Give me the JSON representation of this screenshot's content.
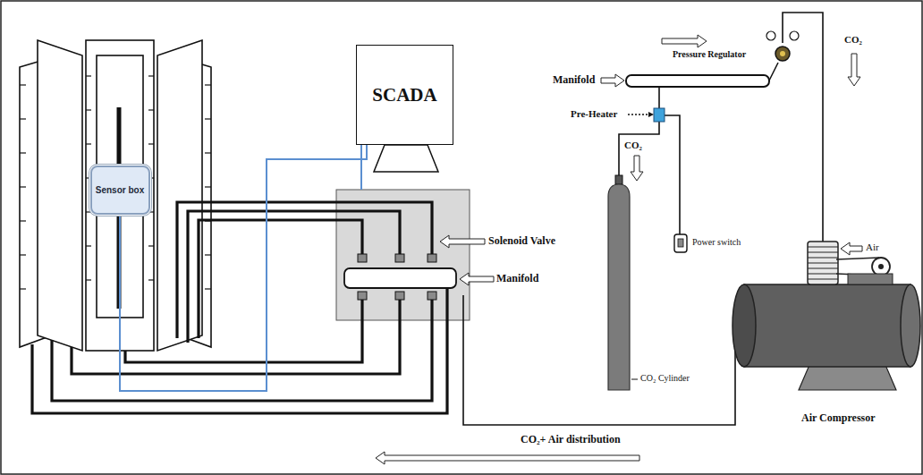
{
  "diagram": {
    "nodes": [
      {
        "text": [
          "Sensor box"
        ]
      },
      {
        "text": [
          "SCADA"
        ]
      }
    ],
    "edges": [
      {
        "from": 0,
        "to": 1,
        "arrow": "none"
      }
    ],
    "labels": [
      "Solenoid Valve",
      "Manifold",
      "Manifold",
      "Pressure Regulator",
      "Pre-Heater",
      "CO₂",
      "CO₂",
      "CO₂ Cylinder",
      "Power switch",
      "Air",
      "Air Compressor",
      "CO₂+ Air distribution"
    ]
  }
}
